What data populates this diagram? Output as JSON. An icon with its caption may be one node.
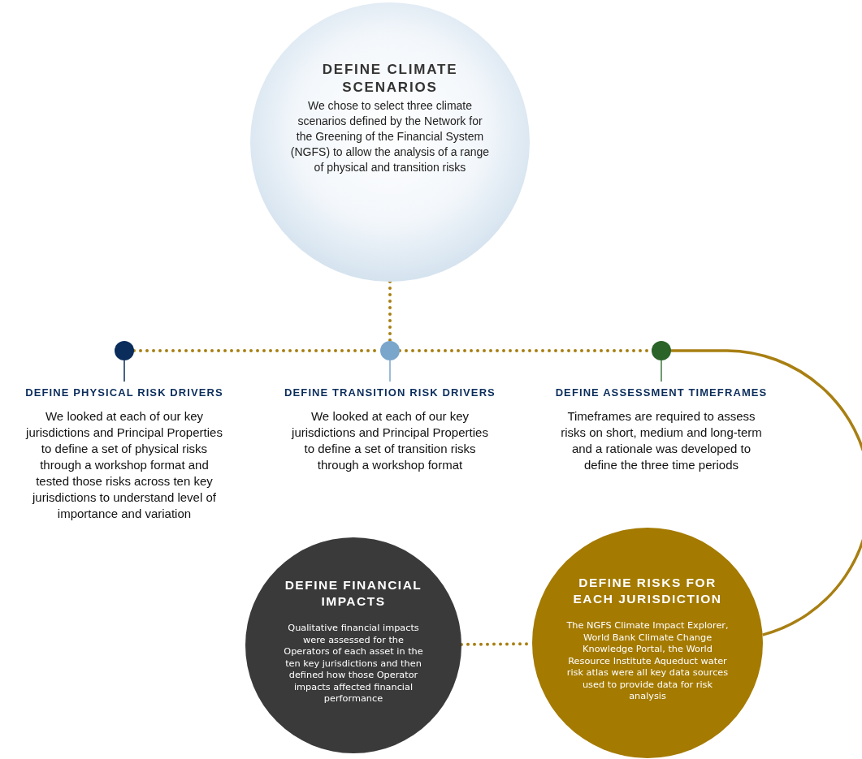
{
  "diagram": {
    "nodes": [
      {
        "text": [
          "DEFINE CLIMATE SCENARIOS",
          "We chose to select three climate scenarios defined by the Network for the Greening of the Financial System (NGFS) to allow the analysis of a range of physical and transition risks"
        ]
      },
      {
        "text": [],
        "shape": "circle"
      },
      {
        "text": [],
        "shape": "circle"
      },
      {
        "text": [],
        "shape": "circle"
      },
      {
        "text": [
          "DEFINE PHYSICAL RISK DRIVERS",
          "We looked at each of our key jurisdictions and Principal Properties to define a set of physical risks through a workshop format and tested those risks across ten key jurisdictions to understand level of importance and variation"
        ]
      },
      {
        "text": [
          "DEFINE TRANSITION RISK DRIVERS",
          "We looked at each of our key jurisdictions and Principal Properties to define a set of transition risks through a workshop format"
        ]
      },
      {
        "text": [
          "DEFINE ASSESSMENT TIMEFRAMES",
          "Timeframes are required to assess risks on short, medium and long-term and a rationale was developed to define the three time periods"
        ]
      },
      {
        "text": [
          "DEFINE FINANCIAL IMPACTS",
          "Qualitative financial impacts were assessed for the Operators of each asset in the ten key jurisdictions and then defined how those Operator impacts affected financial performance"
        ]
      },
      {
        "text": [
          "DEFINE RISKS FOR EACH JURISDICTION",
          "The NGFS Climate Impact Explorer, World Bank Climate Change Knowledge Portal, the World Resource Institute Aqueduct water risk atlas were all key data sources used to provide data for risk analysis"
        ]
      }
    ],
    "edges": [
      {
        "from": 0,
        "to": 2,
        "arrow": "none",
        "style": "dashed"
      },
      {
        "from": 1,
        "to": 2,
        "arrow": "none",
        "style": "dashed"
      },
      {
        "from": 2,
        "to": 3,
        "arrow": "none",
        "style": "dashed"
      },
      {
        "from": 3,
        "to": 8,
        "arrow": "none"
      },
      {
        "from": 7,
        "to": 8,
        "arrow": "none",
        "style": "dashed"
      },
      {
        "from": 1,
        "to": 4,
        "arrow": "none",
        "color": "#0b2d5c"
      },
      {
        "from": 2,
        "to": 5,
        "arrow": "none",
        "color": "#7aa6cc"
      },
      {
        "from": 3,
        "to": 6,
        "arrow": "none",
        "color": "#3d7a3d"
      }
    ]
  }
}
